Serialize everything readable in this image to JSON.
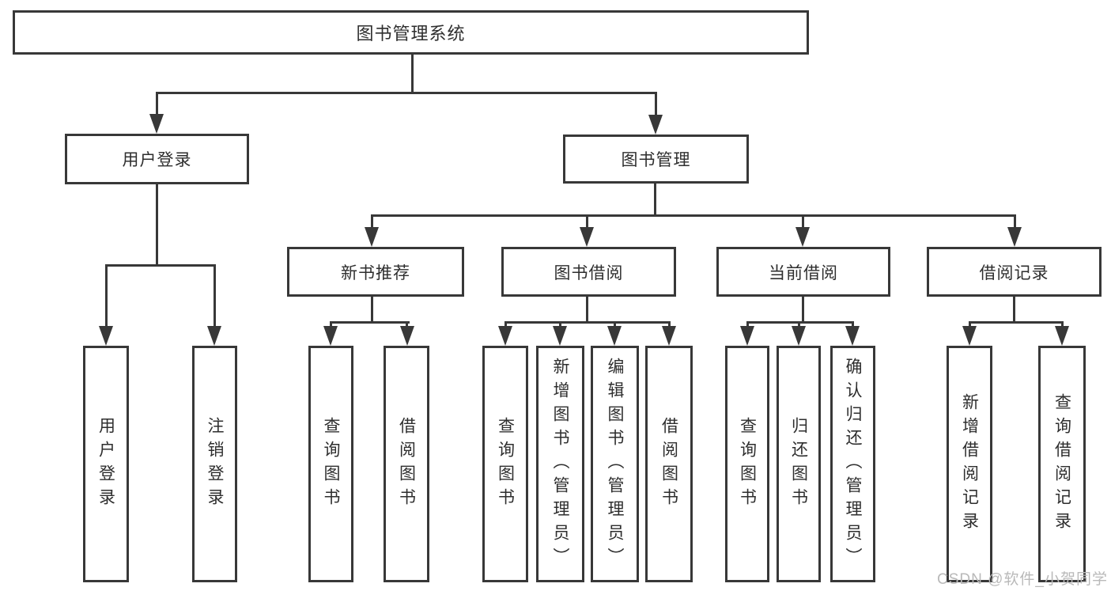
{
  "diagram": {
    "title": "图书管理系统",
    "type": "hierarchy-tree",
    "colors": {
      "line": "#383838",
      "text": "#2e2e2e",
      "background": "#ffffff",
      "watermark": "#b9b9b9"
    },
    "tree": {
      "label": "图书管理系统",
      "children": [
        {
          "label": "用户登录",
          "children": [
            {
              "label": "用户登录"
            },
            {
              "label": "注销登录"
            }
          ]
        },
        {
          "label": "图书管理",
          "children": [
            {
              "label": "新书推荐",
              "children": [
                {
                  "label": "查询图书"
                },
                {
                  "label": "借阅图书"
                }
              ]
            },
            {
              "label": "图书借阅",
              "children": [
                {
                  "label": "查询图书"
                },
                {
                  "label": "新增图书（管理员）"
                },
                {
                  "label": "编辑图书（管理员）"
                },
                {
                  "label": "借阅图书"
                }
              ]
            },
            {
              "label": "当前借阅",
              "children": [
                {
                  "label": "查询图书"
                },
                {
                  "label": "归还图书"
                },
                {
                  "label": "确认归还（管理员）"
                }
              ]
            },
            {
              "label": "借阅记录",
              "children": [
                {
                  "label": "新增借阅记录"
                },
                {
                  "label": "查询借阅记录"
                }
              ]
            }
          ]
        }
      ]
    },
    "watermark": "CSDN @软件_小贺同学"
  }
}
